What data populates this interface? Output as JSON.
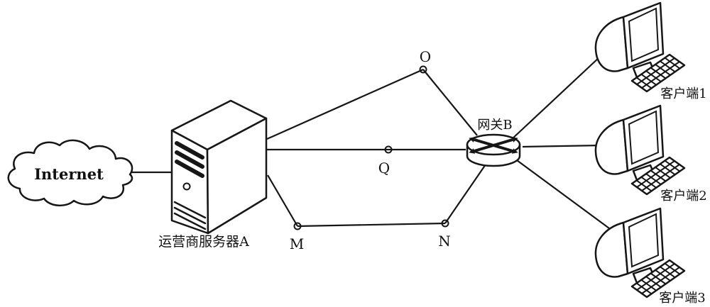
{
  "figure": {
    "type": "network-topology-diagram",
    "background_color": "#ffffff",
    "line_color": "#161616",
    "internet_cloud": {
      "label": "Internet"
    },
    "server": {
      "label": "运营商服务器A"
    },
    "gateway": {
      "label": "网关B"
    },
    "clients": [
      {
        "label": "客户端1"
      },
      {
        "label": "客户端2"
      },
      {
        "label": "客户端3"
      }
    ],
    "waypoints": {
      "o": "O",
      "q": "Q",
      "m": "M",
      "n": "N"
    },
    "connections": [
      "Internet — 运营商服务器A",
      "运营商服务器A — O — 网关B",
      "运营商服务器A — Q — 网关B",
      "运营商服务器A — M — N — 网关B",
      "网关B — 客户端1",
      "网关B — 客户端2",
      "网关B — 客户端3"
    ]
  }
}
